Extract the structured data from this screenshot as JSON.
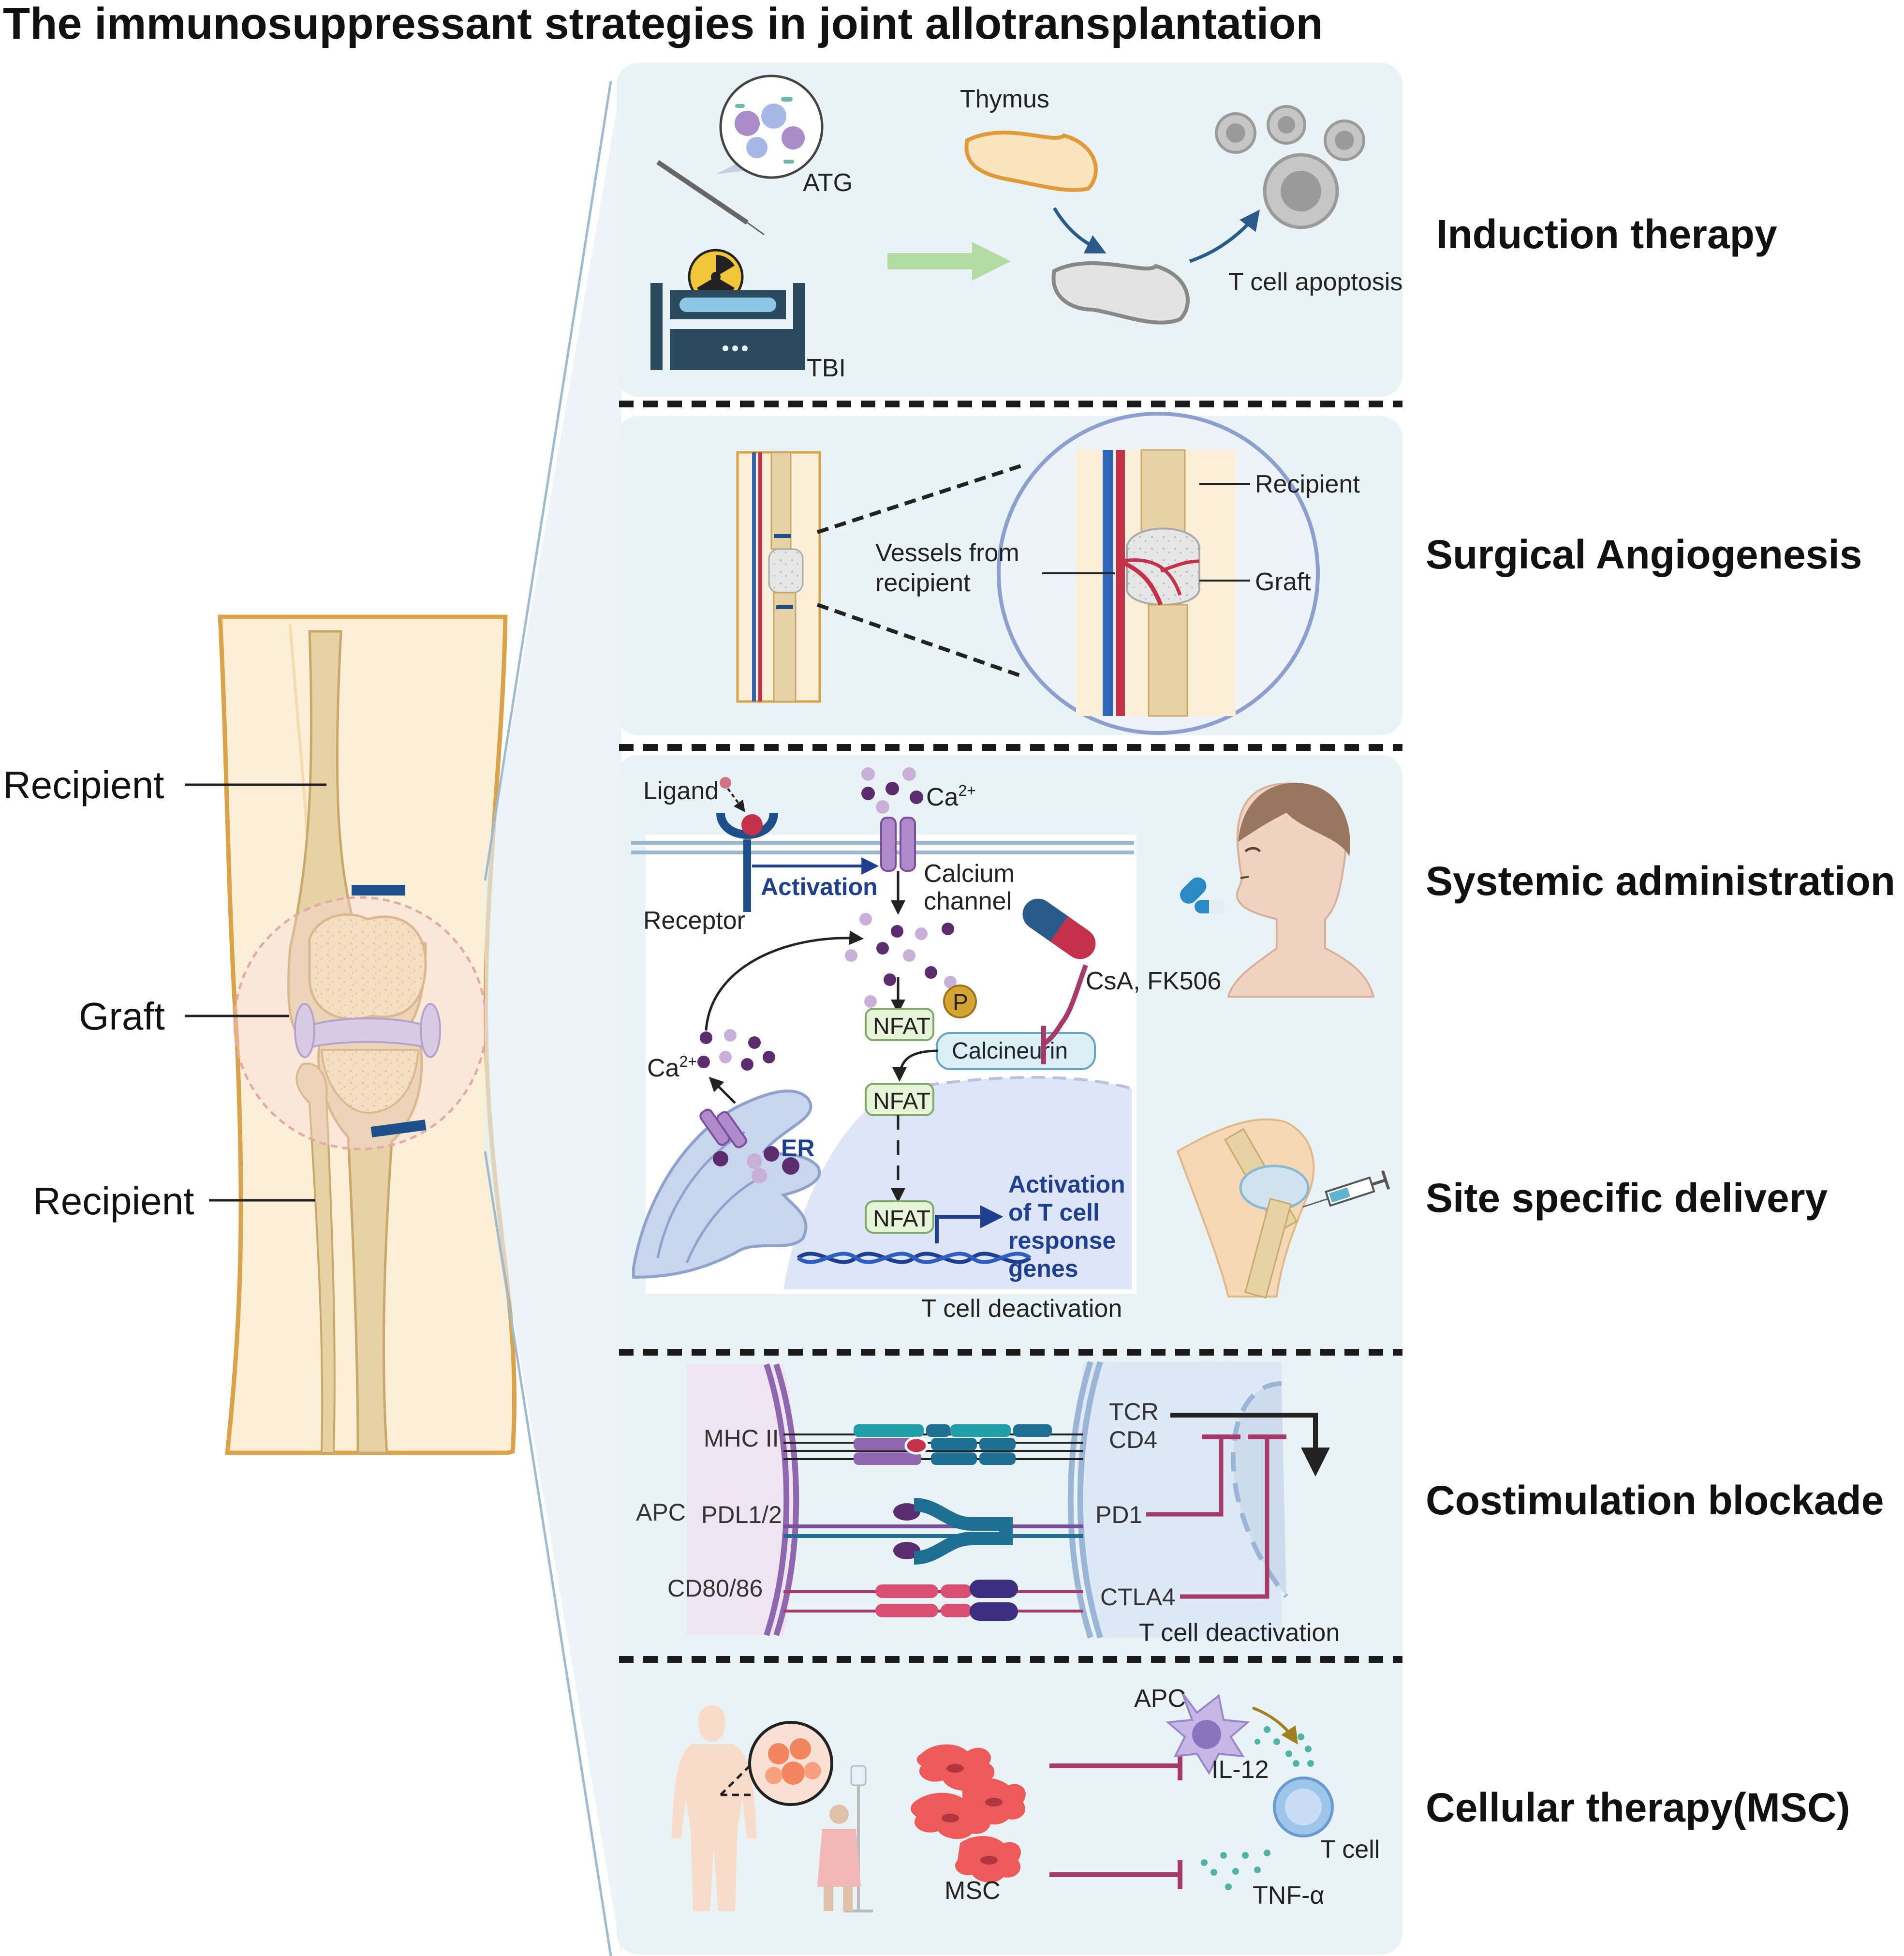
{
  "title": "The immunosuppressant strategies in joint allotransplantation",
  "knee": {
    "label_top": "Recipient",
    "label_mid": "Graft",
    "label_bottom": "Recipient"
  },
  "panels": [
    {
      "heading": "Induction therapy",
      "labels": {
        "atg": "ATG",
        "tbi": "TBI",
        "thymus": "Thymus",
        "apoptosis": "T cell apoptosis"
      }
    },
    {
      "heading": "Surgical Angiogenesis",
      "labels": {
        "recipient": "Recipient",
        "graft": "Graft",
        "vessels_line1": "Vessels from",
        "vessels_line2": "recipient"
      }
    },
    {
      "heading": "Systemic administration",
      "labels": {
        "ligand": "Ligand",
        "ca_top": "Ca",
        "ca_sup": "2+",
        "receptor": "Receptor",
        "activation": "Activation",
        "channel_line1": "Calcium",
        "channel_line2": "channel",
        "drugs": "CsA, FK506",
        "p": "P",
        "nfat": "NFAT",
        "calcineurin": "Calcineurin",
        "er": "ER",
        "response_line1": "Activation",
        "response_line2": "of T cell",
        "response_line3": "response",
        "response_line4": "genes",
        "deactivation": "T cell  deactivation"
      }
    },
    {
      "heading": "Site specific delivery"
    },
    {
      "heading": "Costimulation blockade",
      "labels": {
        "mhc": "MHC II",
        "apc": "APC",
        "pdl": "PDL1/2",
        "cd80": "CD80/86",
        "tcr": "TCR",
        "cd4": "CD4",
        "pd1": "PD1",
        "ctla4": "CTLA4",
        "deactivation": "T cell  deactivation"
      }
    },
    {
      "heading": "Cellular therapy(MSC)",
      "labels": {
        "apc": "APC",
        "il12": "IL-12",
        "tcell": "T cell",
        "tnf": "TNF-α",
        "msc": "MSC"
      }
    }
  ],
  "colors": {
    "panel_bg": "#e9f3f5",
    "bone": "#e7d2a6",
    "skin": "#fbefd8",
    "skin_outline": "#dba24a",
    "inhibit": "#a63a6a",
    "tcell_blue": "#1f3f8f",
    "nfat_box": "#e6f4d8",
    "calcineurin_box": "#d9eef5",
    "ca_purple": "#5c2d6e",
    "divider": "#1a1a1a"
  }
}
